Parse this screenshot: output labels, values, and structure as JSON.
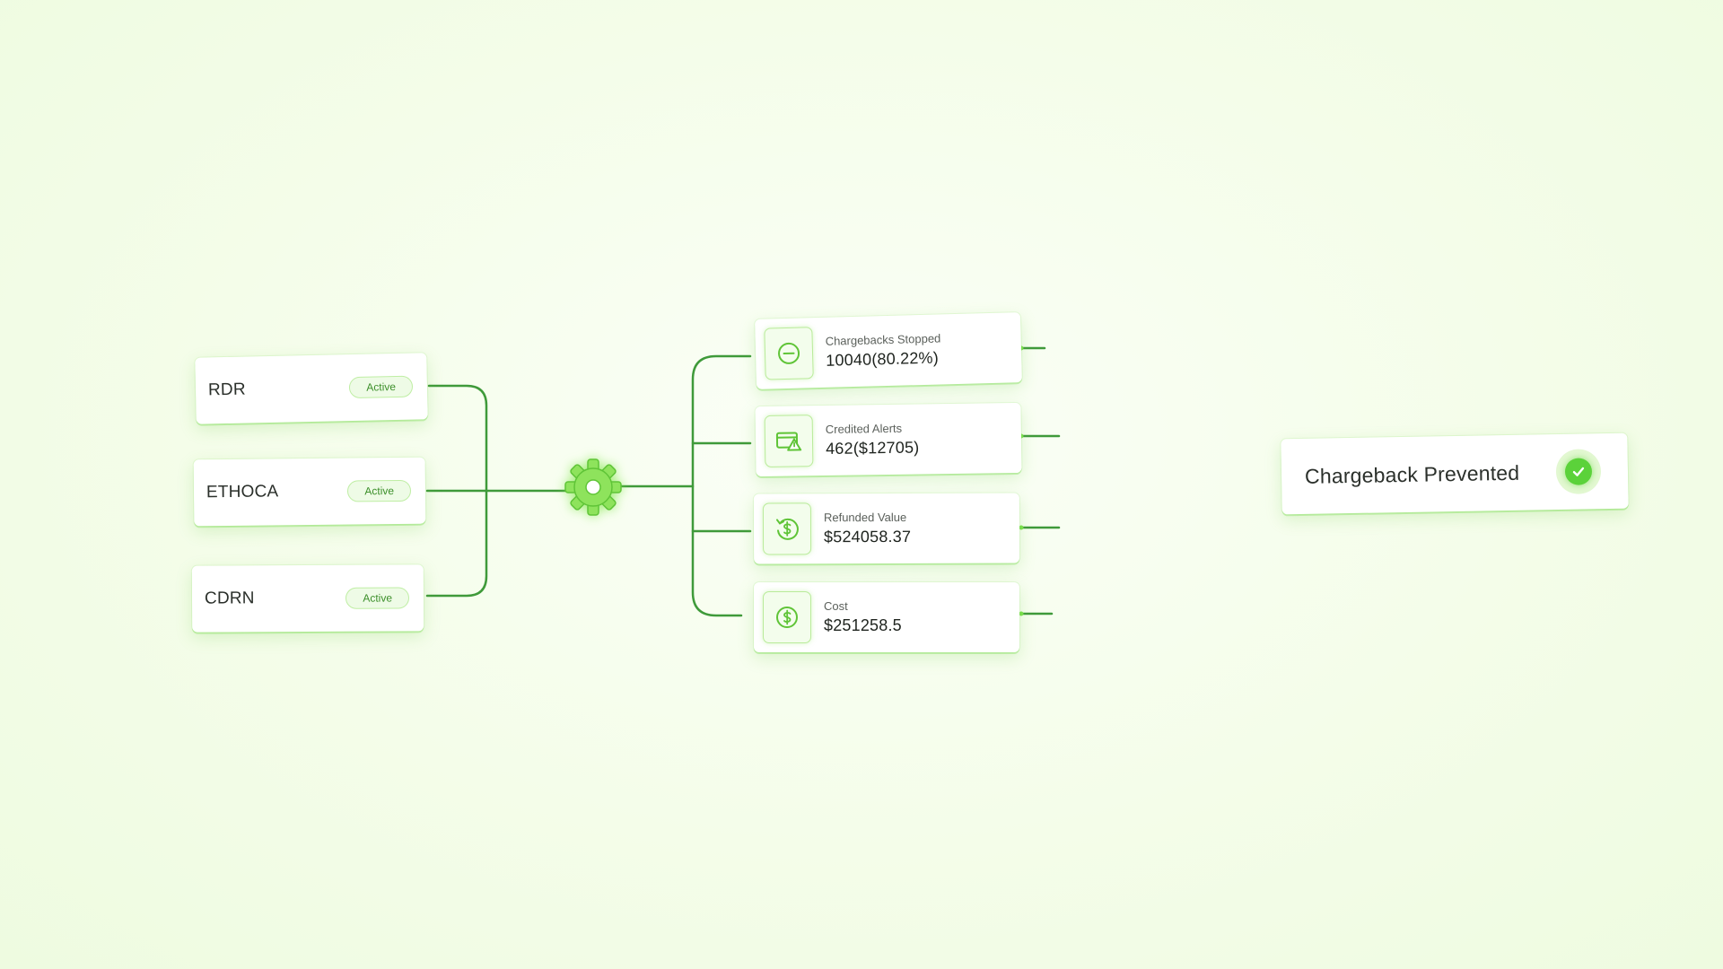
{
  "sources": [
    {
      "name": "RDR",
      "status": "Active"
    },
    {
      "name": "ETHOCA",
      "status": "Active"
    },
    {
      "name": "CDRN",
      "status": "Active"
    }
  ],
  "hub": {
    "icon": "gear-icon"
  },
  "metrics": [
    {
      "label": "Chargebacks Stopped",
      "value": "10040(80.22%)",
      "icon": "minus-circle-icon"
    },
    {
      "label": "Credited Alerts",
      "value": "462($12705)",
      "icon": "card-alert-icon"
    },
    {
      "label": "Refunded Value",
      "value": "$524058.37",
      "icon": "refund-dollar-icon"
    },
    {
      "label": "Cost",
      "value": "$251258.5",
      "icon": "dollar-circle-icon"
    }
  ],
  "result": {
    "label": "Chargeback Prevented",
    "icon": "check-circle-icon"
  },
  "colors": {
    "accent": "#5bd23a",
    "wire": "#3f9a3a",
    "badge_text": "#3c8f2a",
    "badge_border": "#bfeea4"
  }
}
